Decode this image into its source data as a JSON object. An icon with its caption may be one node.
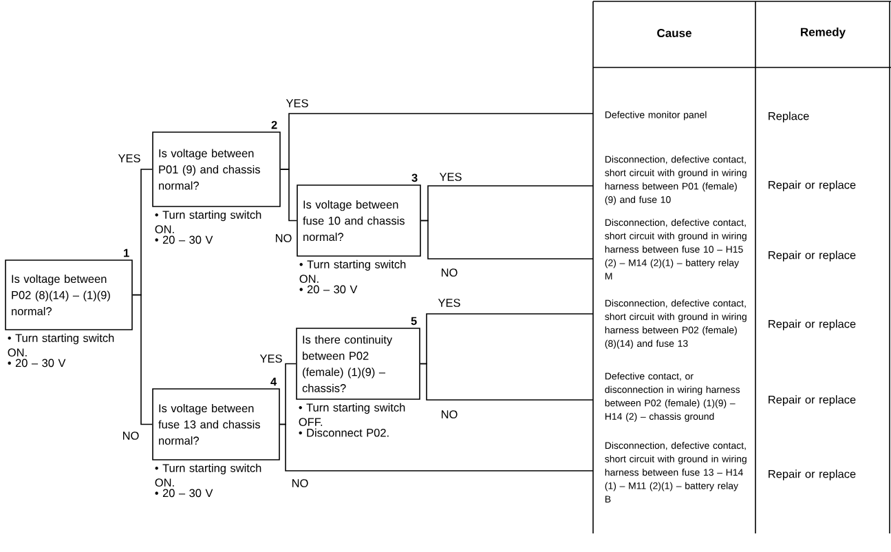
{
  "diagram": {
    "nodes": [
      {
        "text": [
          "1",
          "Is voltage between P02 (8)(14) – (1)(9) normal?"
        ],
        "beside": [
          "• Turn starting switch ON.",
          "• 20 – 30 V"
        ]
      },
      {
        "text": [
          "2",
          "Is voltage between P01 (9) and chassis normal?"
        ],
        "beside": [
          "• Turn starting switch ON.",
          "• 20 – 30 V"
        ]
      },
      {
        "text": [
          "3",
          "Is voltage between fuse 10 and chassis normal?"
        ],
        "beside": [
          "• Turn starting switch ON.",
          "• 20 – 30 V"
        ]
      },
      {
        "text": [
          "4",
          "Is voltage between fuse 13 and chassis normal?"
        ],
        "beside": [
          "• Turn starting switch ON.",
          "• 20 – 30 V"
        ]
      },
      {
        "text": [
          "5",
          "Is there continuity between P02 (female) (1)(9) – chassis?"
        ],
        "beside": [
          "• Turn starting switch OFF.",
          "• Disconnect P02."
        ]
      },
      {
        "text": [
          "Defective monitor panel"
        ],
        "beside": [
          "Replace"
        ]
      },
      {
        "text": [
          "Disconnection, defective contact, short circuit with ground in wiring harness between P01 (female) (9) and fuse 10"
        ],
        "beside": [
          "Repair or replace"
        ]
      },
      {
        "text": [
          "Disconnection, defective contact, short circuit with ground in wiring harness between fuse 10 – H15 (2) – M14 (2)(1) – battery relay M"
        ],
        "beside": [
          "Repair or replace"
        ]
      },
      {
        "text": [
          "Disconnection, defective contact, short circuit with ground in wiring harness between P02 (female) (8)(14) and fuse 13"
        ],
        "beside": [
          "Repair or replace"
        ]
      },
      {
        "text": [
          "Defective contact, or disconnection in wiring harness between P02 (female) (1)(9) – H14 (2) – chassis ground"
        ],
        "beside": [
          "Repair or replace"
        ]
      },
      {
        "text": [
          "Disconnection, defective contact, short circuit with ground in wiring harness between fuse 13 – H14 (1) – M11 (2)(1) – battery relay B"
        ],
        "beside": [
          "Repair or replace"
        ]
      }
    ],
    "edges": [
      {
        "from": 0,
        "to": 1,
        "arrow": "none",
        "label": "YES"
      },
      {
        "from": 0,
        "to": 3,
        "arrow": "none",
        "label": "NO"
      },
      {
        "from": 1,
        "to": 5,
        "arrow": "none",
        "label": "YES"
      },
      {
        "from": 1,
        "to": 2,
        "arrow": "none",
        "label": "NO"
      },
      {
        "from": 2,
        "to": 6,
        "arrow": "none",
        "label": "YES"
      },
      {
        "from": 2,
        "to": 7,
        "arrow": "none",
        "label": "NO"
      },
      {
        "from": 3,
        "to": 4,
        "arrow": "none",
        "label": "YES"
      },
      {
        "from": 3,
        "to": 10,
        "arrow": "none",
        "label": "NO"
      },
      {
        "from": 4,
        "to": 8,
        "arrow": "none",
        "label": "YES"
      },
      {
        "from": 4,
        "to": 9,
        "arrow": "none",
        "label": "NO"
      }
    ],
    "labels": [
      "Cause",
      "Remedy"
    ]
  }
}
